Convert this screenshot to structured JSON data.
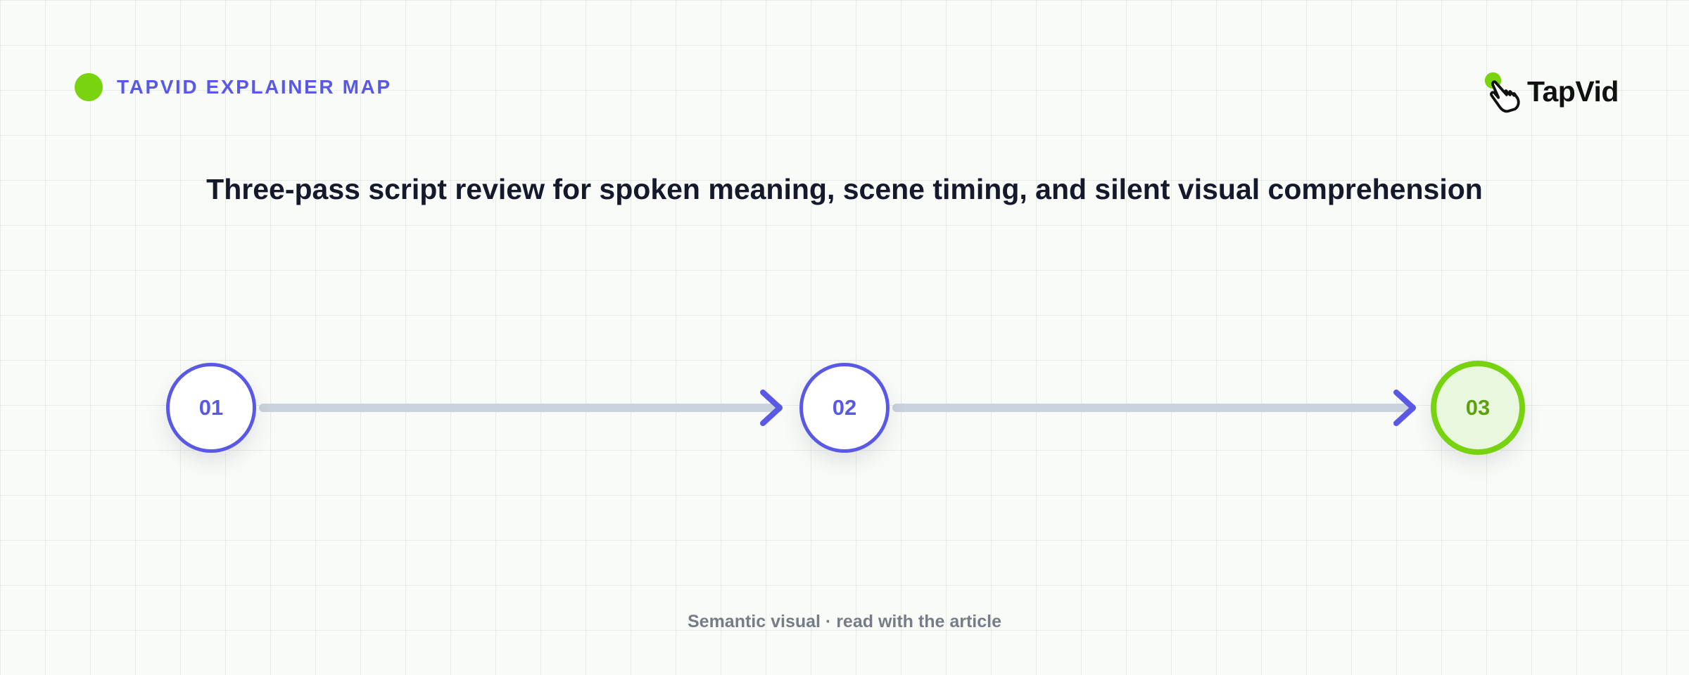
{
  "header": {
    "eyebrow": "TAPVID EXPLAINER MAP",
    "logo_text": "TapVid",
    "logo_icon": "pointer-hand-icon"
  },
  "title": "Three-pass script review for spoken meaning, scene timing, and silent visual comprehension",
  "steps": [
    {
      "label": "01",
      "status": "pass"
    },
    {
      "label": "02",
      "status": "pass"
    },
    {
      "label": "03",
      "status": "final"
    }
  ],
  "footer": {
    "note": "Semantic visual · read with the article"
  },
  "colors": {
    "accent": "#5959e6",
    "highlight": "#77d30f",
    "connector": "#c9d2dd",
    "title": "#14192b",
    "muted": "#777d86"
  }
}
